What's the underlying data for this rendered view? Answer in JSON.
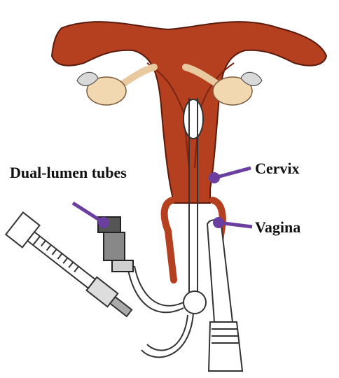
{
  "labels": {
    "tubes": "Dual-lumen tubes",
    "cervix": "Cervix",
    "vagina": "Vagina"
  },
  "colors": {
    "uterus": "#b5401f",
    "uterus_outline": "#5a1a0c",
    "ovary": "#f2d8b0",
    "pointer": "#6a3fa0",
    "device_line": "#333333"
  }
}
